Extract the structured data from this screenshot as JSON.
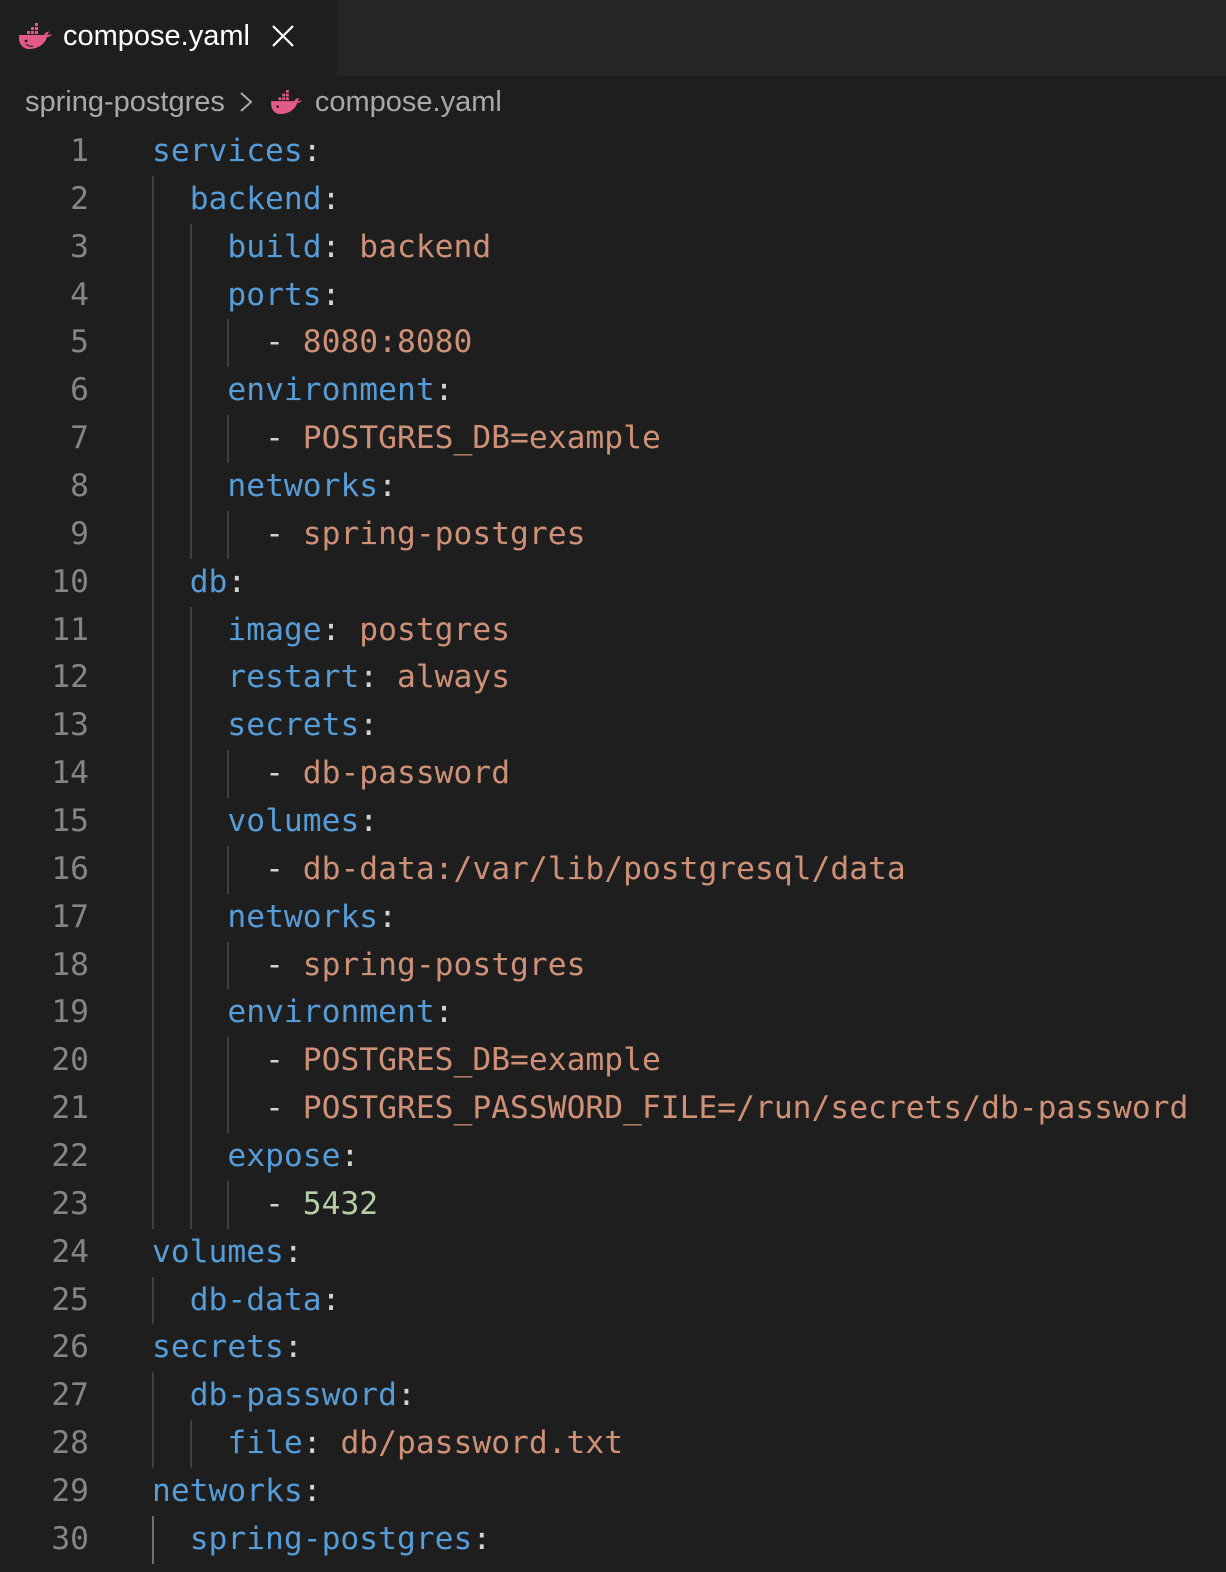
{
  "tab": {
    "label": "compose.yaml",
    "icon": "docker-whale-icon",
    "close_icon": "close-icon",
    "active": true
  },
  "breadcrumb": {
    "folder": "spring-postgres",
    "separator_icon": "chevron-right-icon",
    "file_icon": "docker-whale-icon",
    "file": "compose.yaml"
  },
  "colors": {
    "editor_bg": "#1e1e1e",
    "tab_bar_bg": "#252526",
    "key": "#569cd6",
    "string": "#ce9178",
    "number": "#b5cea8",
    "punctuation": "#d4d4d4",
    "line_number": "#858585",
    "docker_icon": "#e25a8a"
  },
  "editor": {
    "language": "yaml",
    "lines": [
      {
        "n": "1",
        "indent": 0,
        "key": "services",
        "colon": ":",
        "value": "",
        "type": ""
      },
      {
        "n": "2",
        "indent": 1,
        "key": "backend",
        "colon": ":",
        "value": "",
        "type": ""
      },
      {
        "n": "3",
        "indent": 2,
        "key": "build",
        "colon": ": ",
        "value": "backend",
        "type": "s"
      },
      {
        "n": "4",
        "indent": 2,
        "key": "ports",
        "colon": ":",
        "value": "",
        "type": ""
      },
      {
        "n": "5",
        "indent": 3,
        "dash": "- ",
        "value": "8080:8080",
        "type": "s"
      },
      {
        "n": "6",
        "indent": 2,
        "key": "environment",
        "colon": ":",
        "value": "",
        "type": ""
      },
      {
        "n": "7",
        "indent": 3,
        "dash": "- ",
        "value": "POSTGRES_DB=example",
        "type": "s"
      },
      {
        "n": "8",
        "indent": 2,
        "key": "networks",
        "colon": ":",
        "value": "",
        "type": ""
      },
      {
        "n": "9",
        "indent": 3,
        "dash": "- ",
        "value": "spring-postgres",
        "type": "s"
      },
      {
        "n": "10",
        "indent": 1,
        "key": "db",
        "colon": ":",
        "value": "",
        "type": ""
      },
      {
        "n": "11",
        "indent": 2,
        "key": "image",
        "colon": ": ",
        "value": "postgres",
        "type": "s"
      },
      {
        "n": "12",
        "indent": 2,
        "key": "restart",
        "colon": ": ",
        "value": "always",
        "type": "s"
      },
      {
        "n": "13",
        "indent": 2,
        "key": "secrets",
        "colon": ":",
        "value": "",
        "type": ""
      },
      {
        "n": "14",
        "indent": 3,
        "dash": "- ",
        "value": "db-password",
        "type": "s"
      },
      {
        "n": "15",
        "indent": 2,
        "key": "volumes",
        "colon": ":",
        "value": "",
        "type": ""
      },
      {
        "n": "16",
        "indent": 3,
        "dash": "- ",
        "value": "db-data:/var/lib/postgresql/data",
        "type": "s"
      },
      {
        "n": "17",
        "indent": 2,
        "key": "networks",
        "colon": ":",
        "value": "",
        "type": ""
      },
      {
        "n": "18",
        "indent": 3,
        "dash": "- ",
        "value": "spring-postgres",
        "type": "s"
      },
      {
        "n": "19",
        "indent": 2,
        "key": "environment",
        "colon": ":",
        "value": "",
        "type": ""
      },
      {
        "n": "20",
        "indent": 3,
        "dash": "- ",
        "value": "POSTGRES_DB=example",
        "type": "s"
      },
      {
        "n": "21",
        "indent": 3,
        "dash": "- ",
        "value": "POSTGRES_PASSWORD_FILE=/run/secrets/db-password",
        "type": "s"
      },
      {
        "n": "22",
        "indent": 2,
        "key": "expose",
        "colon": ":",
        "value": "",
        "type": ""
      },
      {
        "n": "23",
        "indent": 3,
        "dash": "- ",
        "value": "5432",
        "type": "n"
      },
      {
        "n": "24",
        "indent": 0,
        "key": "volumes",
        "colon": ":",
        "value": "",
        "type": ""
      },
      {
        "n": "25",
        "indent": 1,
        "key": "db-data",
        "colon": ":",
        "value": "",
        "type": ""
      },
      {
        "n": "26",
        "indent": 0,
        "key": "secrets",
        "colon": ":",
        "value": "",
        "type": ""
      },
      {
        "n": "27",
        "indent": 1,
        "key": "db-password",
        "colon": ":",
        "value": "",
        "type": ""
      },
      {
        "n": "28",
        "indent": 2,
        "key": "file",
        "colon": ": ",
        "value": "db/password.txt",
        "type": "s"
      },
      {
        "n": "29",
        "indent": 0,
        "key": "networks",
        "colon": ":",
        "value": "",
        "type": ""
      },
      {
        "n": "30",
        "indent": 1,
        "key": "spring-postgres",
        "colon": ":",
        "value": "",
        "type": "",
        "active_guide": true
      }
    ]
  }
}
